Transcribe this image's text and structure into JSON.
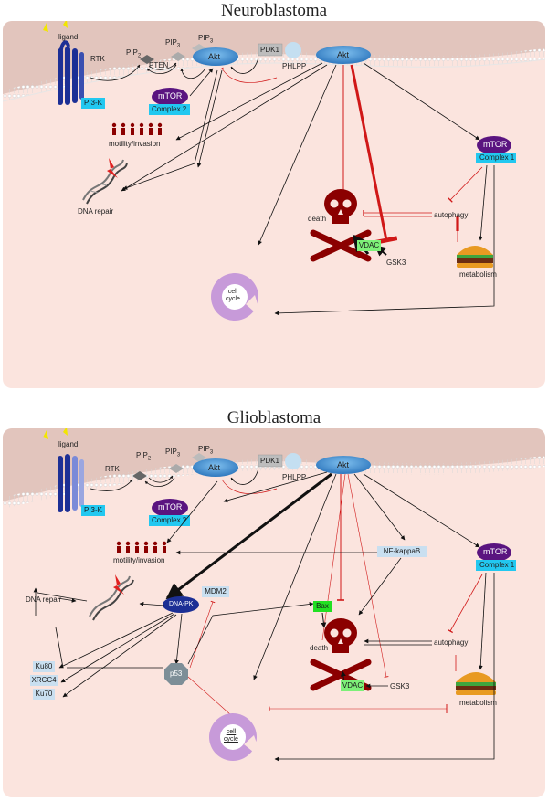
{
  "titles": {
    "top": "Neuroblastoma",
    "bottom": "Glioblastoma"
  },
  "neuro": {
    "ligand": "ligand",
    "rtk": "RTK",
    "pi3k": "PI3-K",
    "pip2": "PIP",
    "pip2_sub": "2",
    "pten": "PTEN",
    "pip3a": "PIP",
    "pip3a_sub": "3",
    "pip3b": "PIP",
    "pip3b_sub": "3",
    "akt1": "Akt",
    "pdk1": "PDK1",
    "phlpp": "PHLPP",
    "akt2": "Akt",
    "mtor2": "mTOR",
    "complex2": "Complex 2",
    "mtor1": "mTOR",
    "complex1": "Complex 1",
    "motility": "motility/invasion",
    "dna_repair": "DNA repair",
    "death": "death",
    "autophagy": "autophagy",
    "vdac": "VDAC",
    "gsk3": "GSK3",
    "metabolism": "metabolism",
    "cellcycle1": "cell",
    "cellcycle2": "cycle"
  },
  "glio": {
    "ligand": "ligand",
    "rtk": "RTK",
    "pi3k": "PI3-K",
    "pip2": "PIP",
    "pip2_sub": "2",
    "pip3a": "PIP",
    "pip3a_sub": "3",
    "pip3b": "PIP",
    "pip3b_sub": "3",
    "akt1": "Akt",
    "pdk1": "PDK1",
    "phlpp": "PHLPP",
    "akt2": "Akt",
    "mtor2": "mTOR",
    "complex2": "Complex 2",
    "mtor1": "mTOR",
    "complex1": "Complex 1",
    "motility": "motility/invasion",
    "nfkb": "NF-kappaB",
    "dna_repair": "DNA repair",
    "dnapk": "DNA-PK",
    "mdm2": "MDM2",
    "bax": "Bax",
    "p53": "p53",
    "ku80": "Ku80",
    "xrcc4": "XRCC4",
    "ku70": "Ku70",
    "death": "death",
    "autophagy": "autophagy",
    "vdac": "VDAC",
    "gsk3": "GSK3",
    "metabolism": "metabolism",
    "cellcycle1": "cell",
    "cellcycle2": "cycle"
  },
  "colors": {
    "panel": "#fbe4de",
    "membrane": "#e2c5bd",
    "akt": "#3f8fd0",
    "mtor": "#5a1480",
    "cyan": "#22c8f0",
    "skull": "#8b0000",
    "inhibit": "#d01818",
    "cellcycle": "#c79ad9"
  }
}
